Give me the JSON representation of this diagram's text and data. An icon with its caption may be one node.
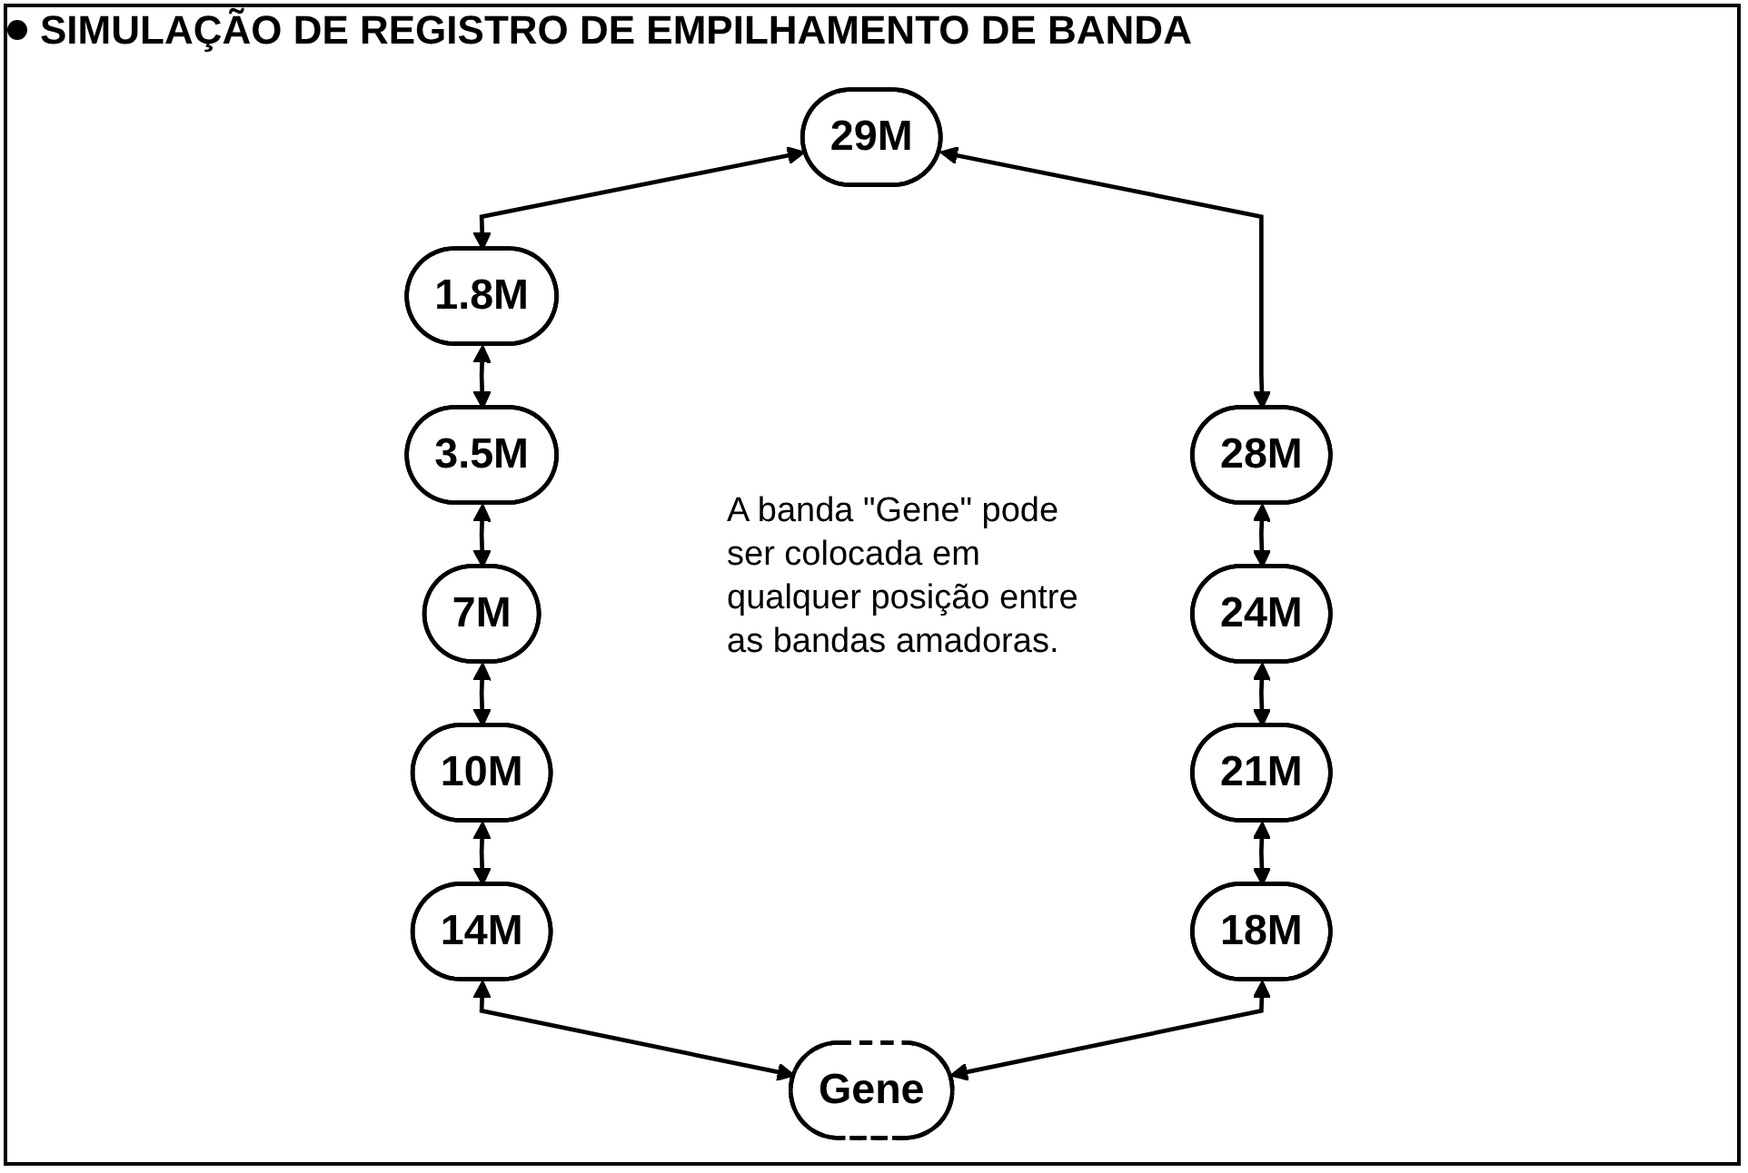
{
  "diagram": {
    "title": "SIMULAÇÃO DE REGISTRO DE EMPILHAMENTO DE BANDA",
    "nodes": [
      {
        "text": [
          "29M"
        ]
      },
      {
        "text": [
          "1.8M"
        ]
      },
      {
        "text": [
          "3.5M"
        ]
      },
      {
        "text": [
          "7M"
        ]
      },
      {
        "text": [
          "10M"
        ]
      },
      {
        "text": [
          "14M"
        ]
      },
      {
        "text": [
          "Gene"
        ]
      },
      {
        "text": [
          "18M"
        ]
      },
      {
        "text": [
          "21M"
        ]
      },
      {
        "text": [
          "24M"
        ]
      },
      {
        "text": [
          "28M"
        ]
      }
    ],
    "edges": [
      {
        "from": 0,
        "to": 1,
        "arrow": "both"
      },
      {
        "from": 1,
        "to": 2,
        "arrow": "both"
      },
      {
        "from": 2,
        "to": 3,
        "arrow": "both"
      },
      {
        "from": 3,
        "to": 4,
        "arrow": "both"
      },
      {
        "from": 4,
        "to": 5,
        "arrow": "both"
      },
      {
        "from": 5,
        "to": 6,
        "arrow": "both"
      },
      {
        "from": 7,
        "to": 6,
        "arrow": "both"
      },
      {
        "from": 8,
        "to": 7,
        "arrow": "both"
      },
      {
        "from": 9,
        "to": 8,
        "arrow": "both"
      },
      {
        "from": 10,
        "to": 9,
        "arrow": "both"
      },
      {
        "from": 0,
        "to": 10,
        "arrow": "both"
      }
    ],
    "labels": [
      "A banda \"Gene\" pode ser colocada em qualquer posição entre as bandas amadoras."
    ]
  }
}
